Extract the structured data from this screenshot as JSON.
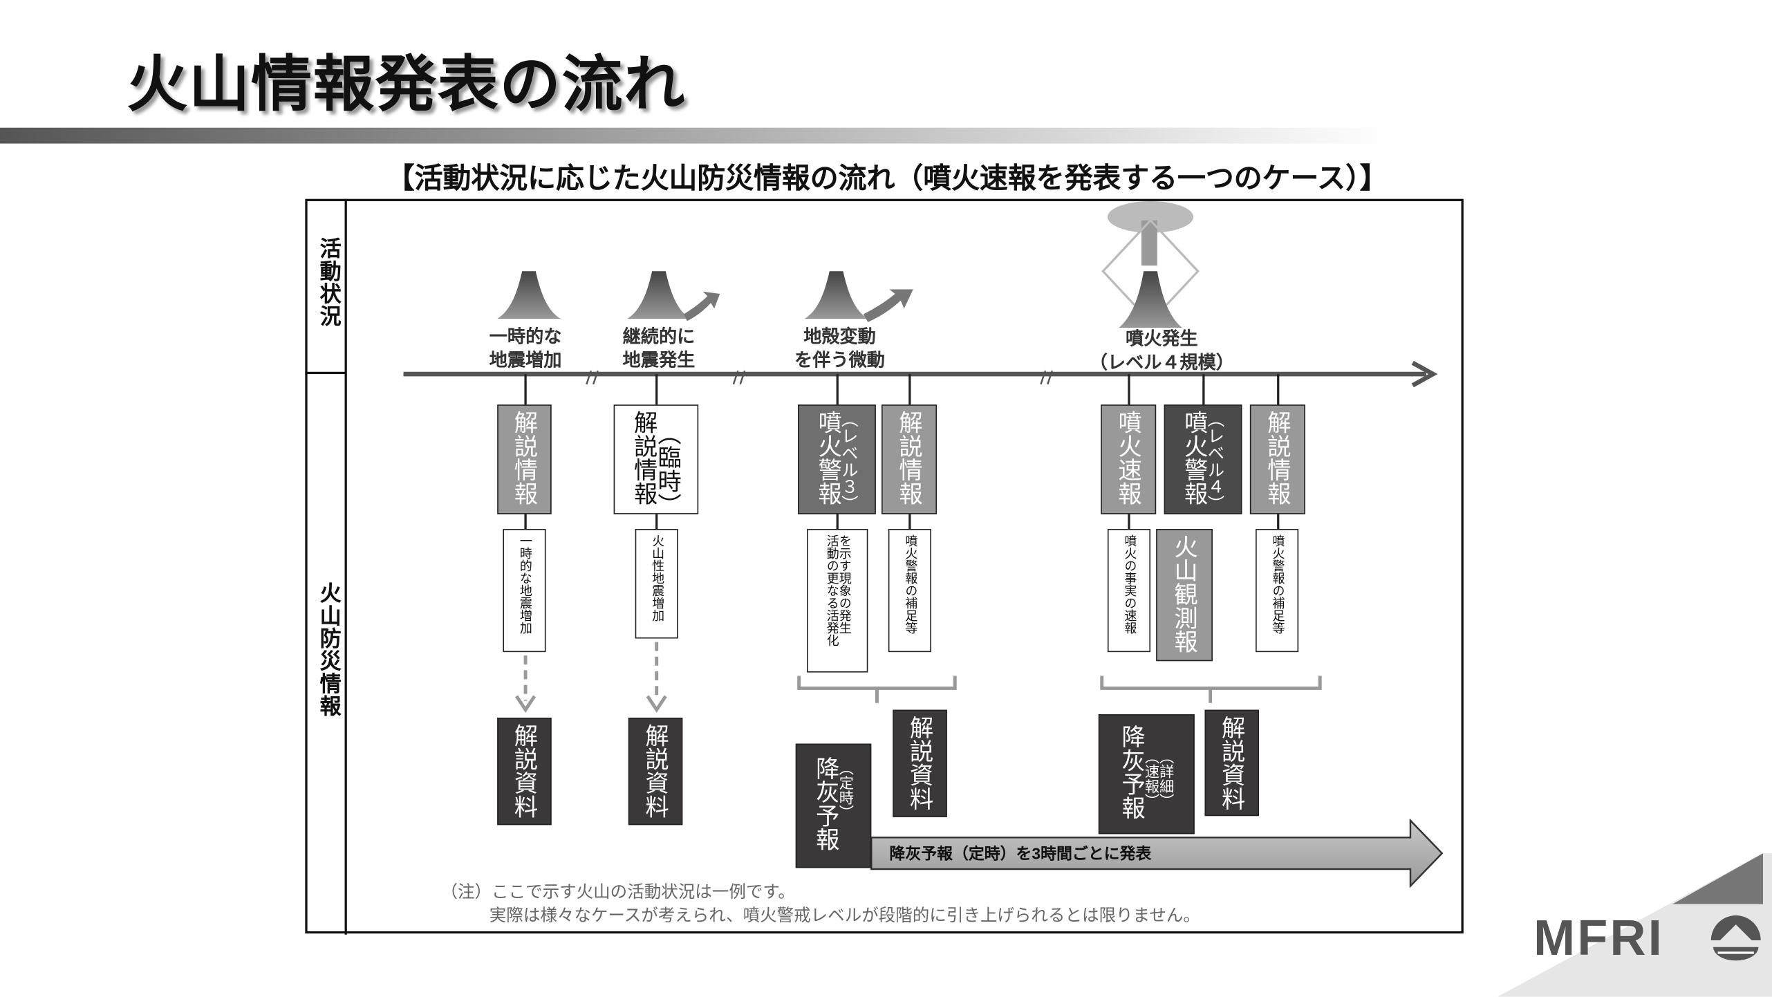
{
  "title": "火山情報発表の流れ",
  "subtitle": "【活動状況に応じた火山防災情報の流れ（噴火速報を発表する一つのケース）】",
  "side_labels": {
    "activity": "活動状況",
    "info": "火山防災情報"
  },
  "stages": [
    {
      "line1": "一時的な",
      "line2": "地震増加"
    },
    {
      "line1": "継続的に",
      "line2": "地震発生"
    },
    {
      "line1": "地殻変動",
      "line2": "を伴う微動"
    },
    {
      "line1": "噴火発生",
      "line2": "（レベル４規模）"
    }
  ],
  "break_mark": "//",
  "info_boxes": {
    "s1_kaisetsu": "解説情報",
    "s2_kaisetsu": "解説情報",
    "s2_rinji": "（臨時）",
    "s3_keiho": "噴火警報",
    "s3_level": "（レベル３）",
    "s3_kaisetsu": "解説情報",
    "s4_sokuho": "噴火速報",
    "s4_keiho": "噴火警報",
    "s4_level": "（レベル４）",
    "s4_kaisetsu": "解説情報"
  },
  "desc_boxes": {
    "s1": "一時的な地震増加",
    "s2": "火山性地震増加",
    "s3_col1": "活動の更なる活発化",
    "s3_col2": "を示す現象の発生",
    "s3b": "噴火警報の補足等",
    "s4a": "噴火の事実の速報",
    "s4_kansoku": "火山観測報",
    "s4c": "噴火警報の補足等"
  },
  "materials": {
    "s1": "解説資料",
    "s2": "解説資料",
    "s3": "解説資料",
    "s3_kouhai": "降灰予報",
    "s3_kouhai_sub": "（定時）",
    "s4_kouhai": "降灰予報",
    "s4_kouhai_sub1": "（速報）",
    "s4_kouhai_sub2": "（詳細）",
    "s4": "解説資料"
  },
  "arrow_text": "降灰予報（定時）を3時間ごとに発表",
  "note": {
    "line1": "（注）ここで示す火山の活動状況は一例です。",
    "line2": "実際は様々なケースが考えられ、噴火警戒レベルが段階的に引き上げられるとは限りません。"
  },
  "logo": "MFRI"
}
